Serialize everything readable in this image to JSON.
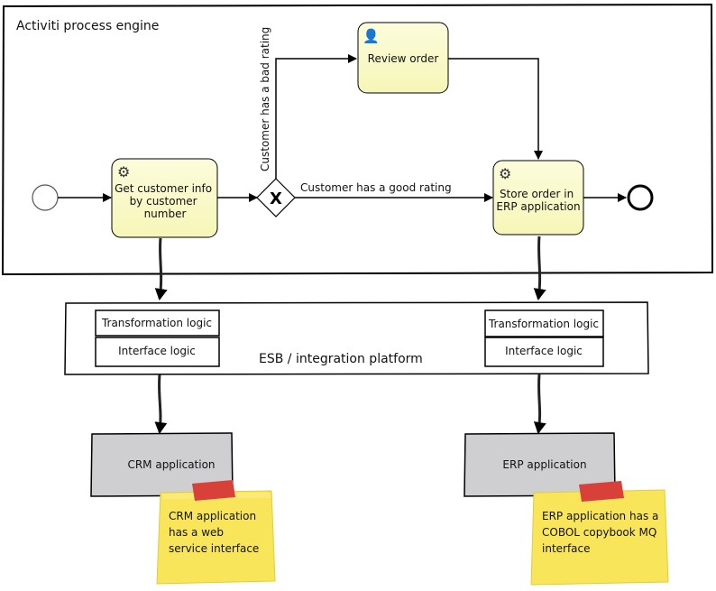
{
  "engine_title": "Activiti process engine",
  "tasks": {
    "get_customer": [
      "Get customer info",
      "by customer",
      "number"
    ],
    "review": [
      "Review order"
    ],
    "store": [
      "Store order in",
      "ERP application"
    ]
  },
  "flows": {
    "bad_rating": "Customer has a bad rating",
    "good_rating": "Customer has a good rating"
  },
  "esb": {
    "title": "ESB / integration platform",
    "left_transformation": "Transformation logic",
    "left_interface": "Interface logic",
    "right_transformation": "Transformation logic",
    "right_interface": "Interface logic"
  },
  "apps": {
    "crm": "CRM application",
    "erp": "ERP application"
  },
  "notes": {
    "crm": [
      "CRM application",
      "has a web",
      "service interface"
    ],
    "erp": [
      "ERP application has a",
      "COBOL copybook MQ",
      "interface"
    ]
  },
  "colors": {
    "task_fill": "#fbfbcc",
    "app_fill": "#cfcfd2",
    "note_fill": "#f8e55a",
    "tape": "#d8403a"
  }
}
